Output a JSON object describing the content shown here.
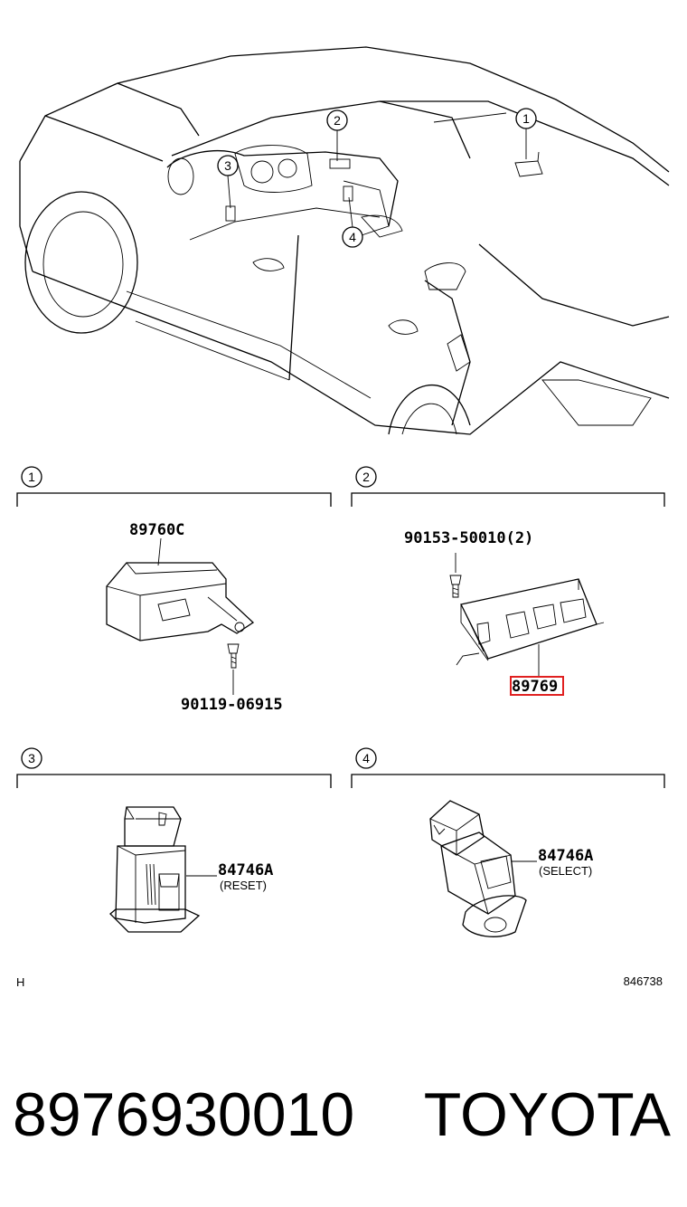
{
  "overview": {
    "callouts": [
      {
        "num": "1"
      },
      {
        "num": "2"
      },
      {
        "num": "3"
      },
      {
        "num": "4"
      }
    ]
  },
  "sections": [
    {
      "num": "1",
      "parts": [
        {
          "code": "89760C"
        },
        {
          "code": "90119-06915"
        }
      ]
    },
    {
      "num": "2",
      "parts": [
        {
          "code": "90153-50010(2)"
        },
        {
          "code": "89769",
          "highlighted": true
        }
      ]
    },
    {
      "num": "3",
      "parts": [
        {
          "code": "84746A",
          "note": "(RESET)"
        }
      ]
    },
    {
      "num": "4",
      "parts": [
        {
          "code": "84746A",
          "note": "(SELECT)"
        }
      ]
    }
  ],
  "footer": {
    "left_code": "H",
    "right_code": "846738"
  },
  "caption": {
    "part_number": "8976930010",
    "brand": "TOYOTA"
  },
  "colors": {
    "highlight": "#e02020",
    "line": "#000000"
  }
}
